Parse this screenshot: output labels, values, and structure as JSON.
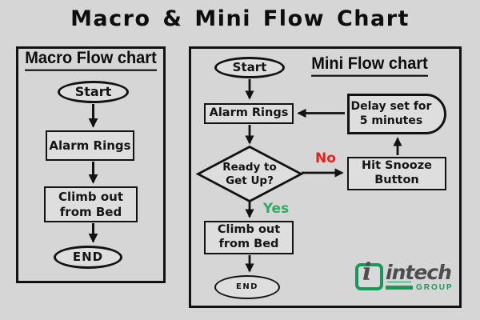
{
  "title": "Macro & Mini Flow Chart",
  "macro": {
    "title": "Macro Flow chart",
    "start": "Start",
    "alarm": "Alarm Rings",
    "climb": "Climb out\nfrom Bed",
    "end": "END"
  },
  "mini": {
    "title": "Mini Flow chart",
    "start": "Start",
    "alarm": "Alarm Rings",
    "delay": "Delay set for\n5 minutes",
    "decision": "Ready to\nGet Up?",
    "no_label": "No",
    "yes_label": "Yes",
    "snooze": "Hit Snooze\nButton",
    "climb": "Climb out\nfrom Bed",
    "end": "END"
  },
  "logo": {
    "name": "intech",
    "letter": "i",
    "group": "GROUP"
  },
  "colors": {
    "background": "#d6d6d6",
    "stroke": "#121212",
    "no_red": "#e8211d",
    "yes_green": "#30ab63",
    "logo_green": "#17995a",
    "logo_gray": "#4d4d4f"
  }
}
